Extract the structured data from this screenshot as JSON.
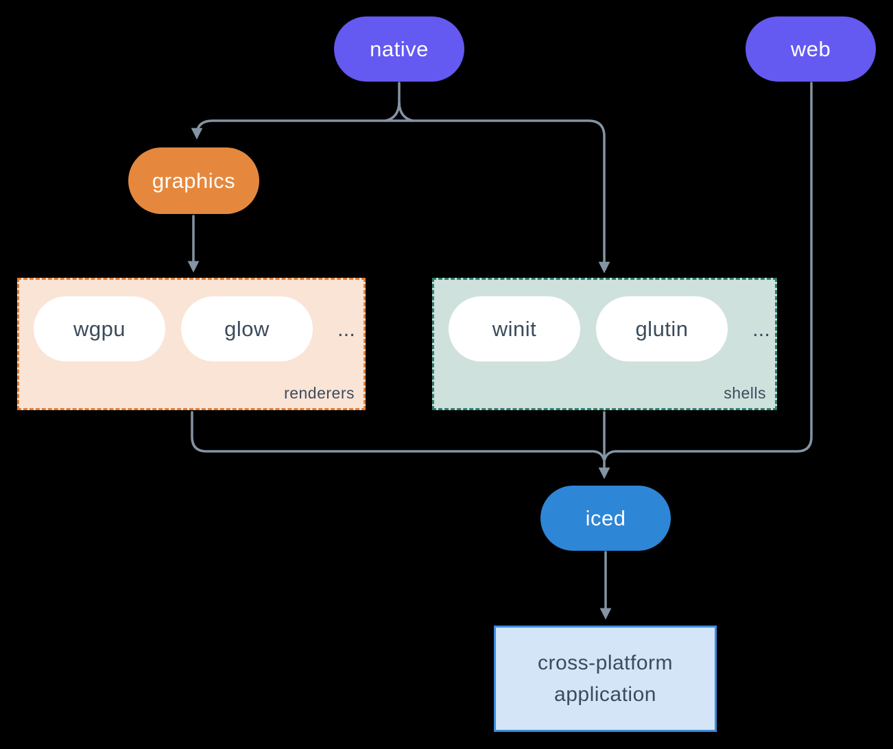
{
  "colors": {
    "background": "#000000",
    "edge": "#8494a4",
    "node-purple": "#6459f0",
    "node-orange": "#e5883d",
    "node-blue": "#2e86d6",
    "node-text-light": "#ffffff",
    "node-text-dark": "#3b4b5c",
    "pill-white": "#ffffff",
    "renderers-bg": "#fae4d6",
    "renderers-border": "#e07d36",
    "shells-bg": "#cfe1dc",
    "shells-border": "#2e7d6f",
    "app-bg": "#d3e5f6",
    "app-border": "#3e8ede"
  },
  "nodes": {
    "native": {
      "label": "native"
    },
    "web": {
      "label": "web"
    },
    "graphics": {
      "label": "graphics"
    },
    "iced": {
      "label": "iced"
    },
    "application": {
      "label": "cross-platform application"
    }
  },
  "groups": {
    "renderers": {
      "label": "renderers",
      "ellipsis": "...",
      "items": [
        {
          "label": "wgpu"
        },
        {
          "label": "glow"
        }
      ]
    },
    "shells": {
      "label": "shells",
      "ellipsis": "...",
      "items": [
        {
          "label": "winit"
        },
        {
          "label": "glutin"
        }
      ]
    }
  }
}
